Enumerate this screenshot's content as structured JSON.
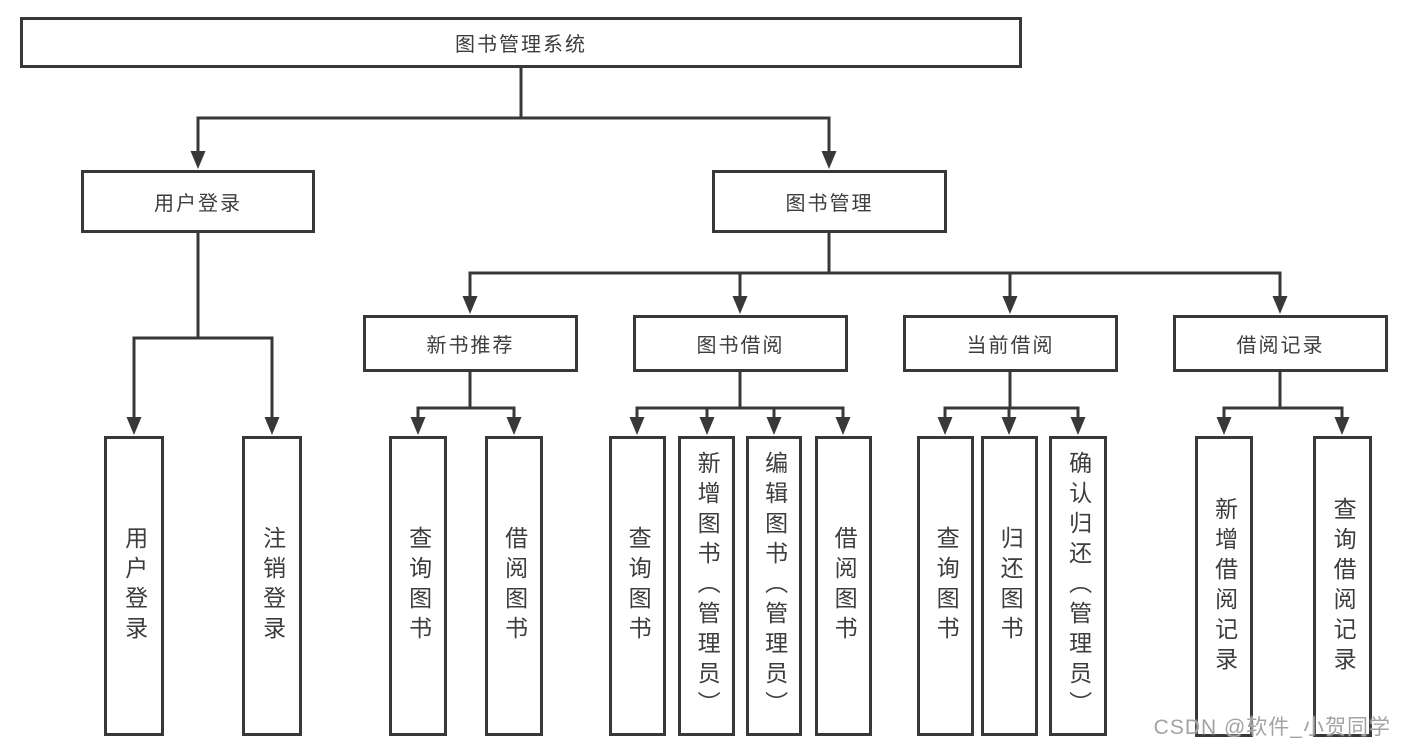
{
  "nodes": {
    "root": {
      "label": "图书管理系统"
    },
    "user_login": {
      "label": "用户登录"
    },
    "book_mgmt": {
      "label": "图书管理"
    },
    "new_book_rec": {
      "label": "新书推荐"
    },
    "book_borrow": {
      "label": "图书借阅"
    },
    "current_borrow": {
      "label": "当前借阅"
    },
    "borrow_records": {
      "label": "借阅记录"
    },
    "leaf_user_login": {
      "label": "用户登录"
    },
    "leaf_logout": {
      "label": "注销登录"
    },
    "leaf_nb_query": {
      "label": "查询图书"
    },
    "leaf_nb_borrow": {
      "label": "借阅图书"
    },
    "leaf_bb_query": {
      "label": "查询图书"
    },
    "leaf_bb_add": {
      "label": "新增图书（管理员）"
    },
    "leaf_bb_edit": {
      "label": "编辑图书（管理员）"
    },
    "leaf_bb_borrow": {
      "label": "借阅图书"
    },
    "leaf_cb_query": {
      "label": "查询图书"
    },
    "leaf_cb_return": {
      "label": "归还图书"
    },
    "leaf_cb_confirm": {
      "label": "确认归还（管理员）"
    },
    "leaf_br_add": {
      "label": "新增借阅记录"
    },
    "leaf_br_query": {
      "label": "查询借阅记录"
    }
  },
  "edges": [
    {
      "from": "root",
      "to": "user_login"
    },
    {
      "from": "root",
      "to": "book_mgmt"
    },
    {
      "from": "user_login",
      "to": "leaf_user_login"
    },
    {
      "from": "user_login",
      "to": "leaf_logout"
    },
    {
      "from": "book_mgmt",
      "to": "new_book_rec"
    },
    {
      "from": "book_mgmt",
      "to": "book_borrow"
    },
    {
      "from": "book_mgmt",
      "to": "current_borrow"
    },
    {
      "from": "book_mgmt",
      "to": "borrow_records"
    },
    {
      "from": "new_book_rec",
      "to": "leaf_nb_query"
    },
    {
      "from": "new_book_rec",
      "to": "leaf_nb_borrow"
    },
    {
      "from": "book_borrow",
      "to": "leaf_bb_query"
    },
    {
      "from": "book_borrow",
      "to": "leaf_bb_add"
    },
    {
      "from": "book_borrow",
      "to": "leaf_bb_edit"
    },
    {
      "from": "book_borrow",
      "to": "leaf_bb_borrow"
    },
    {
      "from": "current_borrow",
      "to": "leaf_cb_query"
    },
    {
      "from": "current_borrow",
      "to": "leaf_cb_return"
    },
    {
      "from": "current_borrow",
      "to": "leaf_cb_confirm"
    },
    {
      "from": "borrow_records",
      "to": "leaf_br_add"
    },
    {
      "from": "borrow_records",
      "to": "leaf_br_query"
    }
  ],
  "watermark": {
    "text": "CSDN @软件_小贺同学"
  },
  "colors": {
    "line": "#383838",
    "text": "#3d3d3d",
    "watermark": "#a3a3a3",
    "background": "#ffffff"
  }
}
